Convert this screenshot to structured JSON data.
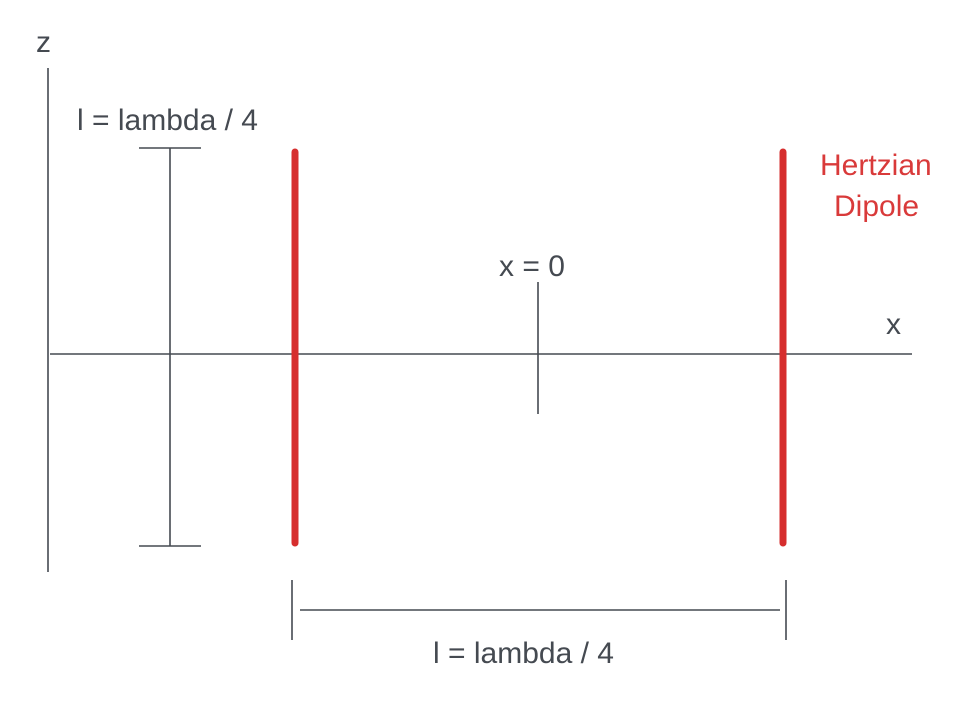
{
  "axes": {
    "z_label": "z",
    "x_label": "x"
  },
  "labels": {
    "vertical_length": "l = lambda / 4",
    "origin": "x = 0",
    "horizontal_spacing": "l = lambda / 4",
    "dipole_line1": "Hertzian",
    "dipole_line2": "Dipole"
  },
  "colors": {
    "dipole": "#d62e2e",
    "dipole_label": "#d93a3a",
    "lines": "#454a51"
  }
}
